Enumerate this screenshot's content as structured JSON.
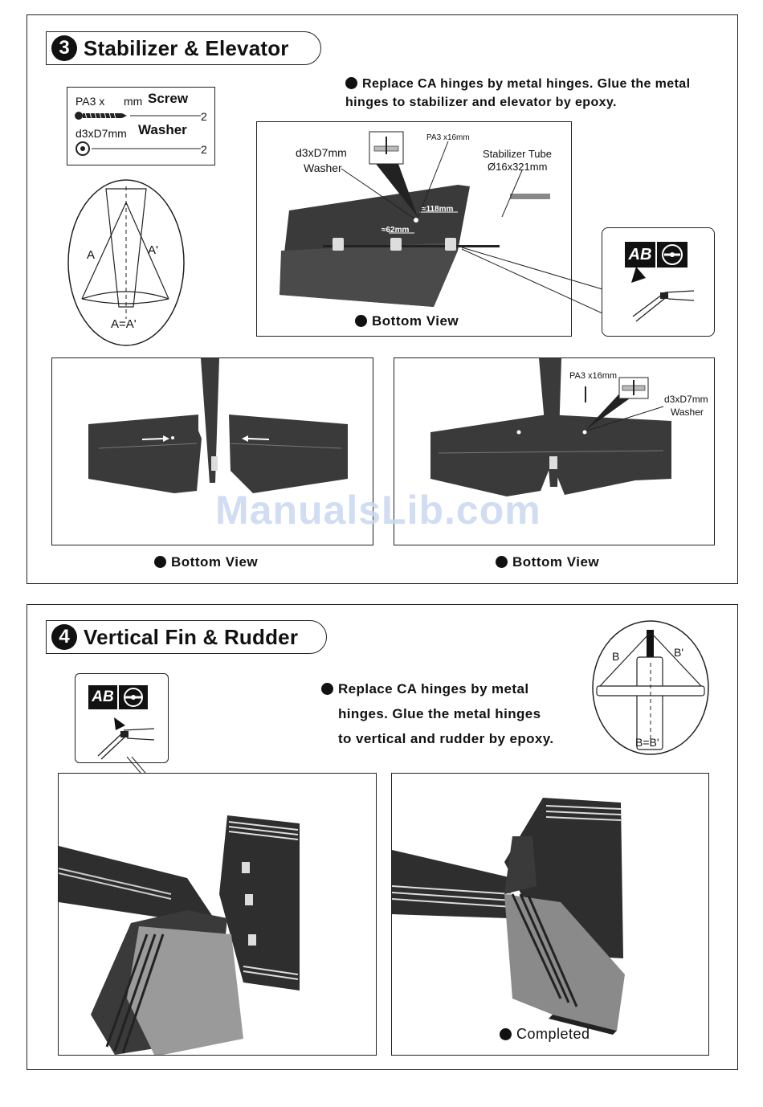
{
  "watermark": "ManualsLib.com",
  "step3": {
    "number": "3",
    "title": "Stabilizer & Elevator",
    "parts": {
      "screw_spec": "PA3 x",
      "screw_unit": "mm",
      "screw_name": "Screw",
      "screw_qty": "2",
      "washer_spec": "d3xD7mm",
      "washer_name": "Washer",
      "washer_qty": "2"
    },
    "instruction": "Replace CA hinges by metal hinges. Glue the metal hinges to stabilizer and elevator by epoxy.",
    "diagram": {
      "label_a": "A",
      "label_a_prime": "A'",
      "label_equal": "A=A'"
    },
    "photo_labels": {
      "washer_spec": "d3xD7mm",
      "washer_name": "Washer",
      "screw_spec": "PA3 x16mm",
      "tube_name": "Stabilizer Tube",
      "tube_spec": "Ø16x321mm",
      "dim_118": "≈118mm",
      "dim_62": "≈62mm"
    },
    "caption_main": "Bottom View",
    "caption_left": "Bottom View",
    "caption_right": "Bottom View",
    "right_photo": {
      "screw_spec": "PA3 x16mm",
      "washer_spec": "d3xD7mm",
      "washer_name": "Washer"
    },
    "ab_label": "AB"
  },
  "step4": {
    "number": "4",
    "title": "Vertical Fin & Rudder",
    "instruction_lines": [
      "Replace CA hinges by metal",
      "hinges. Glue the metal hinges",
      "to vertical and rudder by epoxy."
    ],
    "diagram": {
      "label_b": "B",
      "label_b_prime": "B'",
      "label_equal": "B=B'"
    },
    "ab_label": "AB",
    "caption_completed": "Completed"
  }
}
